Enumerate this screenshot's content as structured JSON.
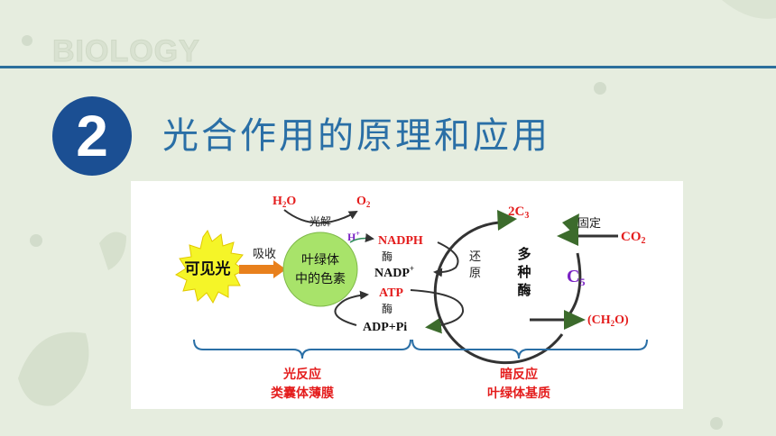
{
  "header": {
    "watermark": "BIOLOGY",
    "section_number": "2",
    "title": "光合作用的原理和应用"
  },
  "diagram": {
    "visible_light": "可见光",
    "absorb": "吸收",
    "pigment_line1": "叶绿体",
    "pigment_line2": "中的色素",
    "water": "H",
    "water_sub": "2",
    "water_tail": "O",
    "oxygen": "O",
    "oxygen_sub": "2",
    "photolysis": "光解",
    "proton": "H",
    "proton_sup": "+",
    "nadph": "NADPH",
    "enzyme1": "酶",
    "nadp": "NADP",
    "nadp_sup": "+",
    "atp": "ATP",
    "enzyme2": "酶",
    "adp_pi": "ADP+Pi",
    "reduction1": "还",
    "reduction2": "原",
    "two_c3": "2C",
    "two_c3_sub": "3",
    "multi_enzyme1": "多",
    "multi_enzyme2": "种",
    "multi_enzyme3": "酶",
    "c5": "C",
    "c5_sub": "5",
    "fixation": "固定",
    "co2": "CO",
    "co2_sub": "2",
    "ch2o_open": "(CH",
    "ch2o_sub": "2",
    "ch2o_close": "O)",
    "light_reaction": "光反应",
    "light_site": "类囊体薄膜",
    "dark_reaction": "暗反应",
    "dark_site": "叶绿体基质",
    "colors": {
      "red": "#e41d1d",
      "purple": "#7a22c4",
      "green_arrow": "#3c6b2c",
      "light_orange": "#e8801c",
      "pigment_fill": "#a8e36a",
      "sun_fill": "#f5f528"
    }
  }
}
